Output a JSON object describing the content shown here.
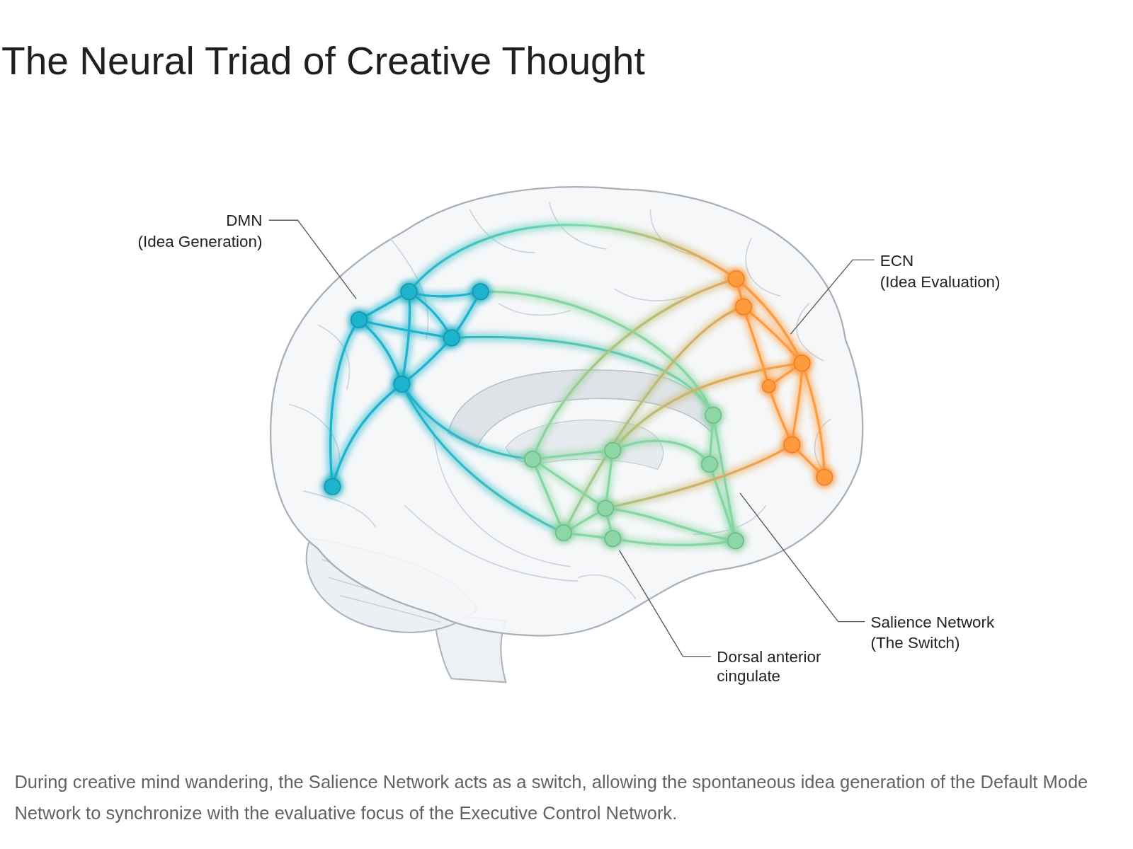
{
  "diagram": {
    "title": "The Neural Triad of Creative Thought",
    "caption": "During creative mind wandering, the Salience Network acts as a switch, allowing the spontaneous idea generation of the Default Mode Network to synchronize with the evaluative focus of the Executive Control Network.",
    "labels": [
      "DMN",
      "(Idea Generation)",
      "ECN",
      "(Idea Evaluation)",
      "Salience Network",
      "(The Switch)",
      "Dorsal anterior cingulate"
    ]
  }
}
